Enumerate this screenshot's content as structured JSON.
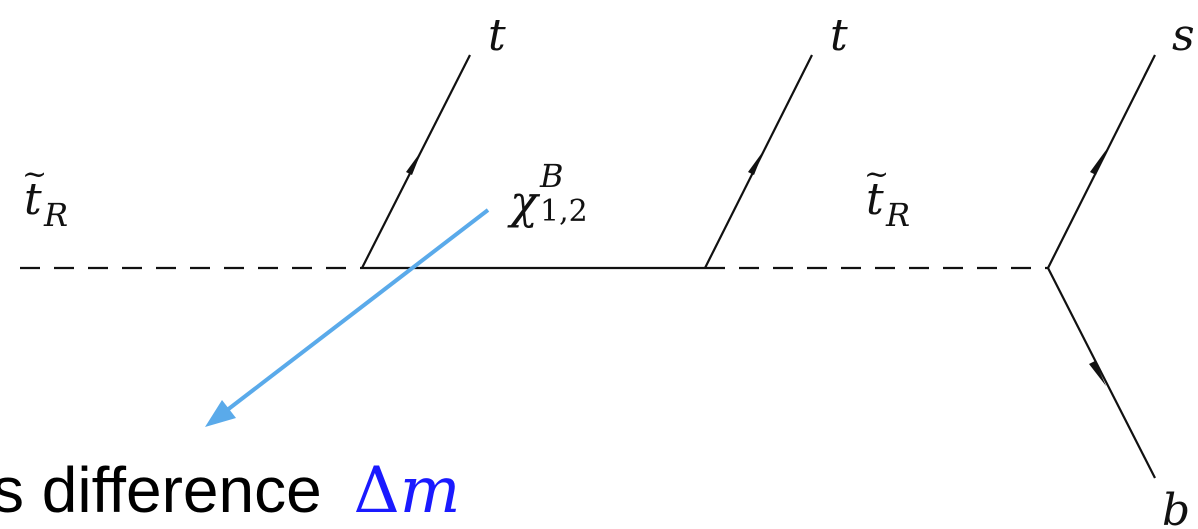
{
  "labels": {
    "t_left": "t",
    "t_middle": "t",
    "s_right": "s",
    "b_right": "b",
    "stop_left_base": "t",
    "stop_left_tilde": "~",
    "stop_left_sub": "R",
    "stop_right_base": "t",
    "stop_right_tilde": "~",
    "stop_right_sub": "R",
    "chi_base": "χ",
    "chi_sup": "B",
    "chi_sub": "1,2"
  },
  "annotation": {
    "text_prefix": "s difference",
    "symbol_delta": "Δ",
    "symbol_m": "m"
  },
  "colors": {
    "lines": "#111111",
    "arrow": "#5aaaea",
    "delta_m": "#1a1aff"
  }
}
